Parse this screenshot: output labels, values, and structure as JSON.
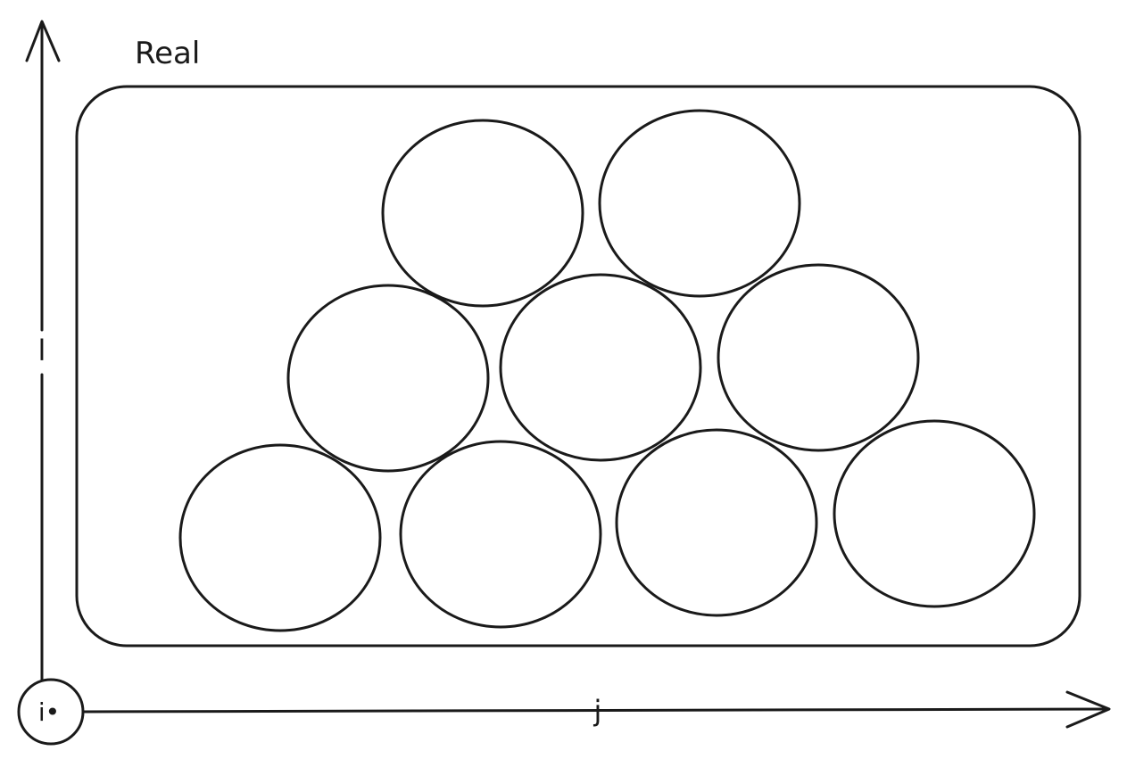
{
  "container": {
    "label": "Real"
  },
  "axes": {
    "vertical_label": "l",
    "horizontal_label": "j",
    "origin_label": "i•"
  },
  "circle_count": 9,
  "colors": {
    "stroke": "#1a1a1a",
    "background": "#ffffff"
  }
}
